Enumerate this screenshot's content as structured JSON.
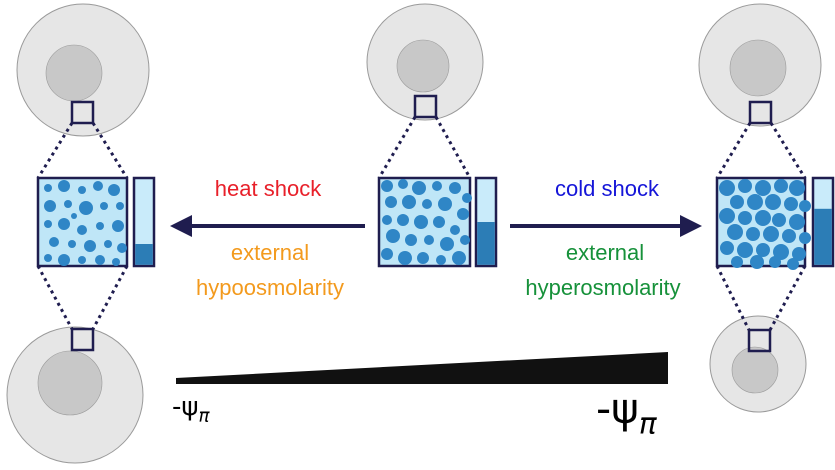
{
  "colors": {
    "cell_fill": "#e6e6e6",
    "cell_stroke": "#9a9a9a",
    "nucleus_fill": "#c8c8c8",
    "frame": "#1f1d4f",
    "crowd_bg": "#bfe6f7",
    "droplet": "#2f86c6",
    "bar_fill": "#2c7db6",
    "bar_bg": "#c9ebfa",
    "heat": "#e8202a",
    "cold": "#1515d8",
    "hypo": "#f39a1d",
    "hyper": "#16913a"
  },
  "labels": {
    "heat_shock": "heat shock",
    "cold_shock": "cold shock",
    "external_hypo_1": "external",
    "external_hypo_2": "hypoosmolarity",
    "external_hyper_1": "external",
    "external_hyper_2": "hyperosmolarity"
  },
  "gradient": {
    "low_symbol": "-ψ",
    "low_sub": "π",
    "high_symbol": "-ψ",
    "high_sub": "π"
  },
  "concentration_bars": {
    "left": 0.25,
    "center": 0.5,
    "right": 0.65
  },
  "icons": [
    "cell-icon",
    "nucleus-icon",
    "arrow-left-icon",
    "arrow-right-icon",
    "wedge-icon"
  ]
}
